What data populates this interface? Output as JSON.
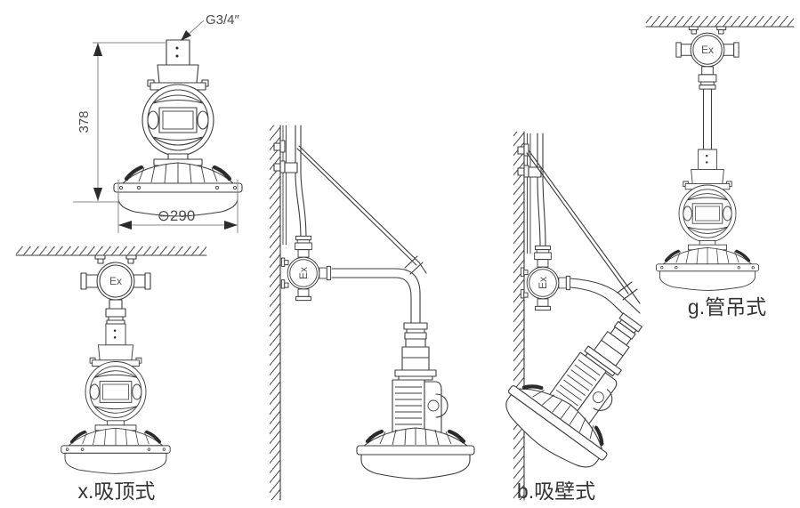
{
  "dimension_view": {
    "thread_label": "G3/4″",
    "height_label": "378",
    "diameter_label": "⊖290"
  },
  "ex_box": {
    "label": "Ex"
  },
  "mounts": {
    "ceiling": {
      "label": "x.吸顶式"
    },
    "wall": {
      "label": "b.吸壁式"
    },
    "pipe": {
      "label": "g.管吊式"
    }
  },
  "colors": {
    "line": "#3d3d3d",
    "dimension_line": "#8a8a8a",
    "background": "#ffffff"
  }
}
